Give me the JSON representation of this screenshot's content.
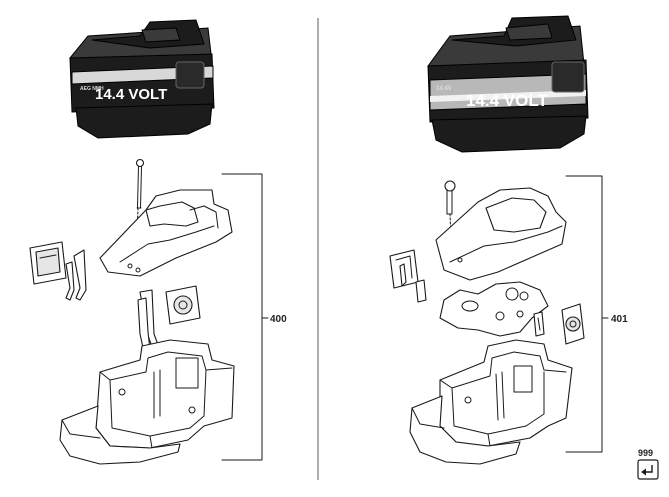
{
  "diagram": {
    "left_assembly": {
      "battery_label": "14.4 VOLT",
      "battery_micro_text": "AEG NMH",
      "callout": "400"
    },
    "right_assembly": {
      "battery_label": "14.4 VOLT",
      "battery_micro_text": "14.4V",
      "callout": "401"
    },
    "page_callout": "999"
  }
}
